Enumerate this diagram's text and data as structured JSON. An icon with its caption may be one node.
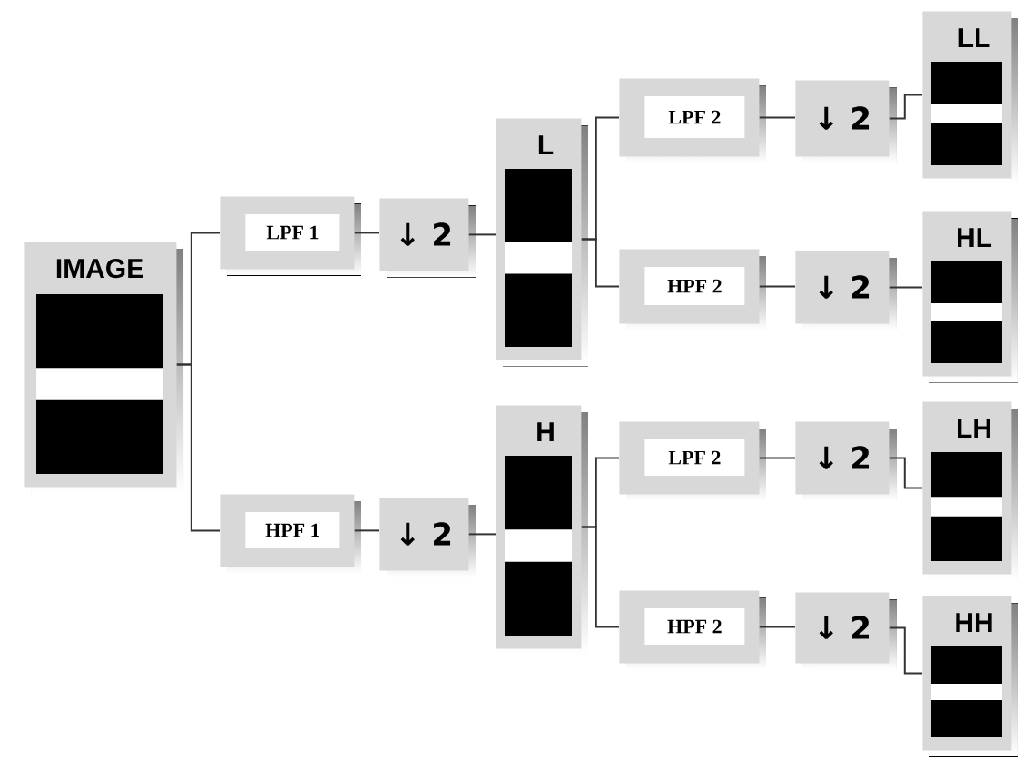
{
  "diagram": {
    "nodes": [
      {
        "text": [
          "IMAGE"
        ]
      },
      {
        "text": [
          "LPF 1"
        ]
      },
      {
        "text": [
          "↓ 2"
        ]
      },
      {
        "text": [
          "L"
        ]
      },
      {
        "text": [
          "LPF 2"
        ]
      },
      {
        "text": [
          "↓ 2"
        ]
      },
      {
        "text": [
          "LL"
        ]
      },
      {
        "text": [
          "HPF 2"
        ]
      },
      {
        "text": [
          "↓ 2"
        ]
      },
      {
        "text": [
          "HL"
        ]
      },
      {
        "text": [
          "HPF 1"
        ]
      },
      {
        "text": [
          "↓ 2"
        ]
      },
      {
        "text": [
          "H"
        ]
      },
      {
        "text": [
          "LPF 2"
        ]
      },
      {
        "text": [
          "↓ 2"
        ]
      },
      {
        "text": [
          "LH"
        ]
      },
      {
        "text": [
          "HPF 2"
        ]
      },
      {
        "text": [
          "↓ 2"
        ]
      },
      {
        "text": [
          "HH"
        ]
      }
    ],
    "edges": [
      {
        "from": 0,
        "to": 1,
        "arrow": "none"
      },
      {
        "from": 0,
        "to": 10,
        "arrow": "none"
      },
      {
        "from": 1,
        "to": 2,
        "arrow": "none"
      },
      {
        "from": 2,
        "to": 3,
        "arrow": "none"
      },
      {
        "from": 3,
        "to": 4,
        "arrow": "none"
      },
      {
        "from": 3,
        "to": 7,
        "arrow": "none"
      },
      {
        "from": 4,
        "to": 5,
        "arrow": "none"
      },
      {
        "from": 5,
        "to": 6,
        "arrow": "none"
      },
      {
        "from": 7,
        "to": 8,
        "arrow": "none"
      },
      {
        "from": 8,
        "to": 9,
        "arrow": "none"
      },
      {
        "from": 10,
        "to": 11,
        "arrow": "none"
      },
      {
        "from": 11,
        "to": 12,
        "arrow": "none"
      },
      {
        "from": 12,
        "to": 13,
        "arrow": "none"
      },
      {
        "from": 12,
        "to": 16,
        "arrow": "none"
      },
      {
        "from": 13,
        "to": 14,
        "arrow": "none"
      },
      {
        "from": 14,
        "to": 15,
        "arrow": "none"
      },
      {
        "from": 16,
        "to": 17,
        "arrow": "none"
      },
      {
        "from": 17,
        "to": 18,
        "arrow": "none"
      }
    ]
  }
}
